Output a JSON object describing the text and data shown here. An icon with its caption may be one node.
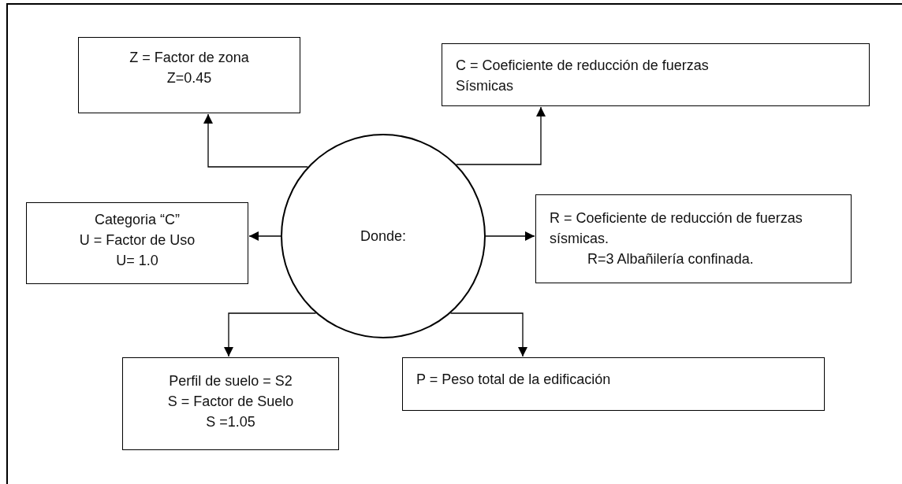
{
  "diagram": {
    "nodes": [
      {
        "text": [
          "Donde:"
        ]
      },
      {
        "text": [
          "Z = Factor de zona",
          "Z=0.45"
        ]
      },
      {
        "text": [
          "C = Coeficiente de reducción de fuerzas Sísmicas"
        ]
      },
      {
        "text": [
          "Categoria “C”",
          "U = Factor de Uso",
          "U= 1.0"
        ]
      },
      {
        "text": [
          "R = Coeficiente de reducción de fuerzas sísmicas.",
          "R=3 Albañilería confinada."
        ]
      },
      {
        "text": [
          "Perfil de suelo = S2",
          "S = Factor de Suelo",
          "S =1.05"
        ]
      },
      {
        "text": [
          "P = Peso total de la edificación"
        ]
      }
    ],
    "edges": [
      {
        "from": 0,
        "to": 1,
        "arrow": "to"
      },
      {
        "from": 0,
        "to": 2,
        "arrow": "to"
      },
      {
        "from": 0,
        "to": 3,
        "arrow": "to"
      },
      {
        "from": 0,
        "to": 4,
        "arrow": "to"
      },
      {
        "from": 0,
        "to": 5,
        "arrow": "to"
      },
      {
        "from": 0,
        "to": 6,
        "arrow": "to"
      }
    ]
  }
}
